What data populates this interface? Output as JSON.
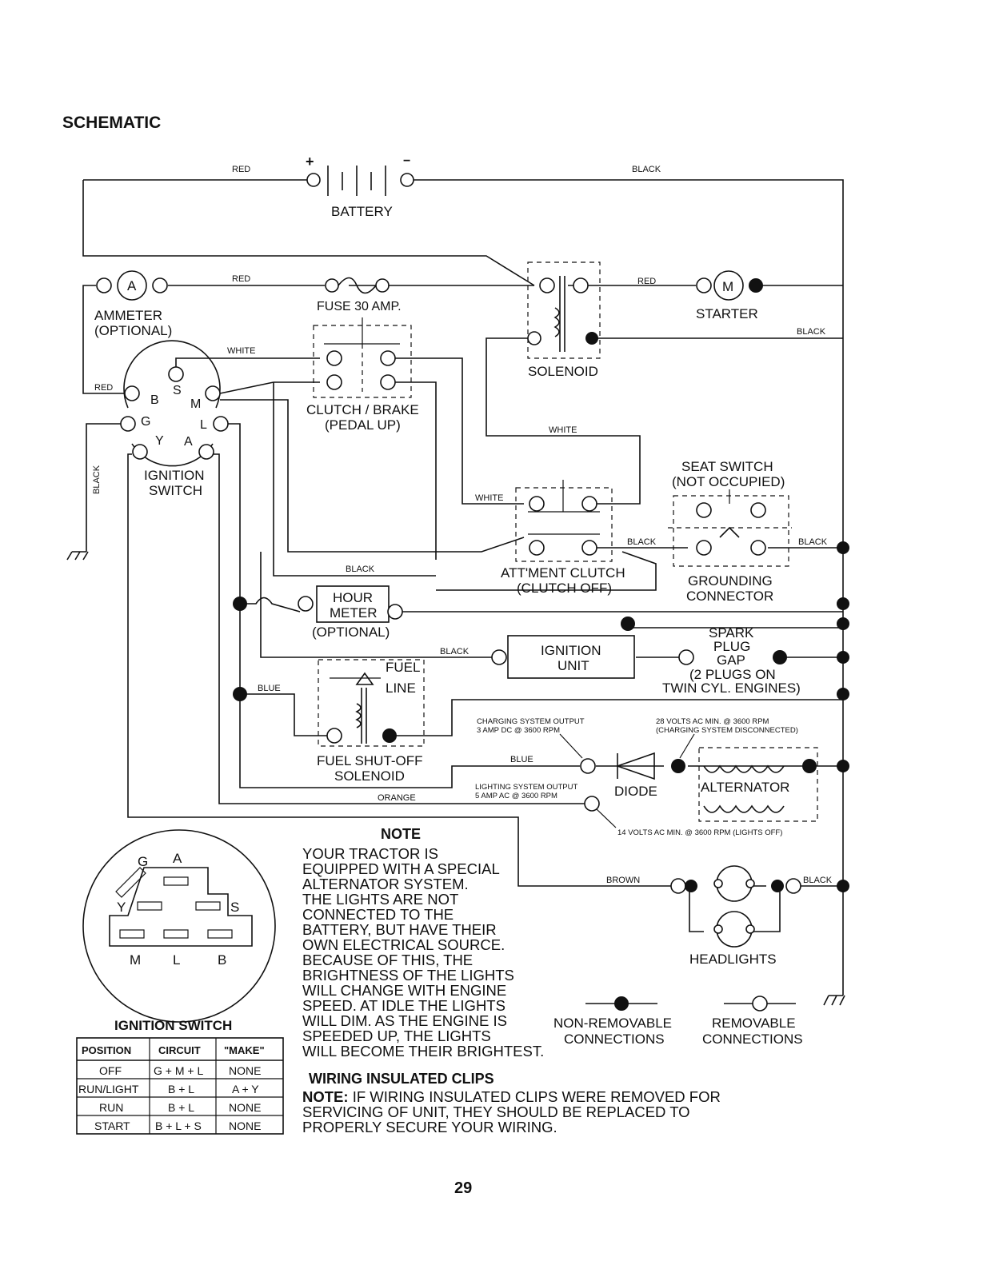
{
  "page": {
    "title": "SCHEMATIC",
    "page_number": "29"
  },
  "colors": {
    "ink": "#111111",
    "paper": "#ffffff"
  },
  "wires": {
    "red_top": "RED",
    "black_top": "BLACK",
    "red_ammeter": "RED",
    "red_starter": "RED",
    "black_starter": "BLACK",
    "white_left": "WHITE",
    "red_ign": "RED",
    "black_vertical": "BLACK",
    "white_solenoid": "WHITE",
    "white_attach": "WHITE",
    "black_attach": "BLACK",
    "black_seat": "BLACK",
    "black_hour": "BLACK",
    "black_ign_unit": "BLACK",
    "blue_fuel": "BLUE",
    "blue_diode": "BLUE",
    "orange": "ORANGE",
    "brown": "BROWN",
    "black_headlights": "BLACK"
  },
  "components": {
    "battery": "BATTERY",
    "battery_plus": "+",
    "battery_minus": "−",
    "ammeter_symbol": "A",
    "ammeter_label": [
      "AMMETER",
      "(OPTIONAL)"
    ],
    "fuse": "FUSE 30 AMP.",
    "solenoid": "SOLENOID",
    "starter_symbol": "M",
    "starter": "STARTER",
    "clutch_brake": [
      "CLUTCH / BRAKE",
      "(PEDAL UP)"
    ],
    "ignition_switch": [
      "IGNITION",
      "SWITCH"
    ],
    "ign_terminals": {
      "s": "S",
      "b": "B",
      "m": "M",
      "g": "G",
      "l": "L",
      "y": "Y",
      "a": "A"
    },
    "seat_switch": [
      "SEAT SWITCH",
      "(NOT OCCUPIED)"
    ],
    "attachment_clutch": [
      "ATT'MENT CLUTCH",
      "(CLUTCH OFF)"
    ],
    "grounding_connector": [
      "GROUNDING",
      "CONNECTOR"
    ],
    "hour_meter": [
      "HOUR",
      "METER"
    ],
    "hour_meter_optional": "(OPTIONAL)",
    "ignition_unit": [
      "IGNITION",
      "UNIT"
    ],
    "spark_plug": [
      "SPARK",
      "PLUG",
      "GAP",
      "(2 PLUGS ON",
      "TWIN CYL. ENGINES)"
    ],
    "fuel_line": [
      "FUEL",
      "LINE"
    ],
    "fuel_solenoid": [
      "FUEL SHUT-OFF",
      "SOLENOID"
    ],
    "charging_output": [
      "CHARGING SYSTEM OUTPUT",
      "3 AMP DC @ 3600 RPM"
    ],
    "charging_disconnected": [
      "28 VOLTS AC MIN. @ 3600 RPM",
      "(CHARGING SYSTEM DISCONNECTED)"
    ],
    "lighting_output": [
      "LIGHTING SYSTEM OUTPUT",
      "5 AMP AC @ 3600 RPM"
    ],
    "diode": "DIODE",
    "alternator": "ALTERNATOR",
    "lights_off_volts": "14 VOLTS AC MIN. @ 3600 RPM (LIGHTS OFF)",
    "headlights": "HEADLIGHTS"
  },
  "legend": {
    "non_removable": [
      "NON-REMOVABLE",
      "CONNECTIONS"
    ],
    "removable": [
      "REMOVABLE",
      "CONNECTIONS"
    ]
  },
  "switch_face": {
    "labels": {
      "g": "G",
      "a": "A",
      "y": "Y",
      "s": "S",
      "m": "M",
      "l": "L",
      "b": "B"
    }
  },
  "ignition_table": {
    "title": "IGNITION SWITCH",
    "headers": [
      "POSITION",
      "CIRCUIT",
      "\"MAKE\""
    ],
    "rows": [
      [
        "OFF",
        "G + M + L",
        "NONE"
      ],
      [
        "RUN/LIGHT",
        "B + L",
        "A + Y"
      ],
      [
        "RUN",
        "B + L",
        "NONE"
      ],
      [
        "START",
        "B + L + S",
        "NONE"
      ]
    ]
  },
  "note": {
    "heading": "NOTE",
    "lines": [
      "YOUR TRACTOR IS",
      "EQUIPPED WITH A SPECIAL",
      "ALTERNATOR SYSTEM.",
      "THE LIGHTS ARE NOT",
      "CONNECTED TO THE",
      "BATTERY, BUT HAVE THEIR",
      "OWN ELECTRICAL SOURCE.",
      "BECAUSE OF THIS, THE",
      "BRIGHTNESS OF THE LIGHTS",
      "WILL CHANGE WITH ENGINE",
      "SPEED.  AT IDLE THE LIGHTS",
      "WILL DIM.  AS THE ENGINE IS",
      "SPEEDED UP, THE LIGHTS",
      "WILL BECOME THEIR BRIGHTEST."
    ]
  },
  "clips": {
    "heading": "WIRING INSULATED CLIPS",
    "note_label": "NOTE:",
    "lines": [
      " IF WIRING INSULATED CLIPS WERE REMOVED FOR",
      "SERVICING OF UNIT, THEY SHOULD BE REPLACED TO",
      "PROPERLY SECURE YOUR WIRING."
    ]
  }
}
